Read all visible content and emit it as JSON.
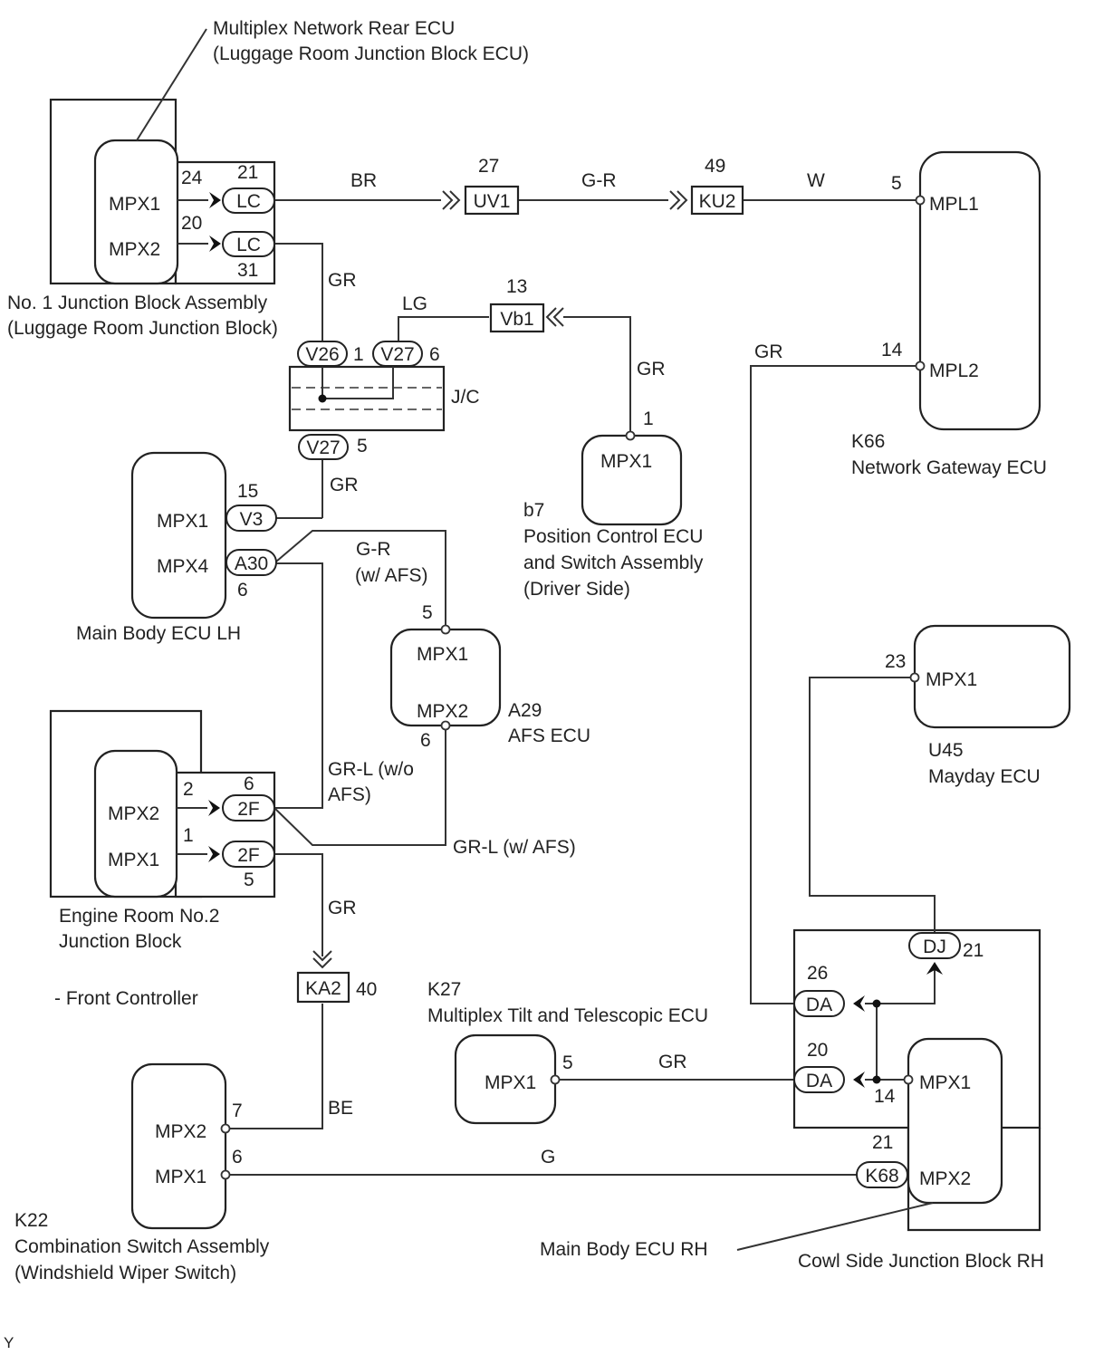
{
  "components": {
    "rear_ecu": {
      "name": "Multiplex Network Rear ECU",
      "subname": "(Luggage Room Junction Block ECU)",
      "pins": [
        "MPX1",
        "MPX2"
      ]
    },
    "jb1": {
      "name": "No. 1 Junction Block Assembly",
      "subname": "(Luggage Room Junction Block)"
    },
    "gateway": {
      "code": "K66",
      "name": "Network Gateway ECU",
      "pins": [
        "MPL1",
        "MPL2"
      ]
    },
    "jc": {
      "name": "J/C"
    },
    "position_ecu": {
      "code": "b7",
      "name": "Position Control ECU",
      "name2": "and Switch Assembly",
      "name3": "(Driver Side)",
      "pins": [
        "MPX1"
      ]
    },
    "main_body_lh": {
      "name": "Main Body ECU LH",
      "pins": [
        "MPX1",
        "MPX4"
      ]
    },
    "afs": {
      "code": "A29",
      "name": "AFS ECU",
      "pins": [
        "MPX1",
        "MPX2"
      ]
    },
    "engine_jb": {
      "name": "Engine Room No.2",
      "name2": "Junction Block",
      "pins": [
        "MPX2",
        "MPX1"
      ]
    },
    "front_controller": {
      "name": "- Front Controller"
    },
    "mayday": {
      "code": "U45",
      "name": "Mayday ECU",
      "pins": [
        "MPX1"
      ]
    },
    "tilt_ecu": {
      "code": "K27",
      "name": "Multiplex Tilt and Telescopic ECU",
      "pins": [
        "MPX1"
      ]
    },
    "cowl_jb": {
      "name": "Cowl Side Junction Block RH"
    },
    "main_body_rh": {
      "name": "Main Body ECU RH",
      "pins": [
        "MPX1",
        "MPX2"
      ]
    },
    "combo_switch": {
      "code": "K22",
      "name": "Combination Switch Assembly",
      "subname": "(Windshield Wiper Switch)",
      "pins": [
        "MPX2",
        "MPX1"
      ]
    }
  },
  "connectors": {
    "lc": "LC",
    "uv1": "UV1",
    "ku2": "KU2",
    "v26": "V26",
    "v27": "V27",
    "vb1": "Vb1",
    "v3": "V3",
    "a30": "A30",
    "f2": "2F",
    "ka2": "KA2",
    "dj": "DJ",
    "da": "DA",
    "k68": "K68"
  },
  "pin_numbers": {
    "rear_mpx1": "24",
    "lc_a": "21",
    "rear_mpx2": "20",
    "lc_b": "31",
    "uv1": "27",
    "ku2": "49",
    "mpl1": "5",
    "mpl2": "14",
    "v26": "1",
    "v27_top": "6",
    "v27_bottom": "5",
    "vb1": "13",
    "position_mpx1": "1",
    "v3": "15",
    "a30": "6",
    "afs_mpx1": "5",
    "afs_mpx2": "6",
    "eng_mpx2": "2",
    "f2_a": "6",
    "eng_mpx1": "1",
    "f2_b": "5",
    "ka2": "40",
    "mayday_mpx1": "23",
    "dj": "21",
    "da_a": "26",
    "da_b": "20",
    "rh_mpx1": "14",
    "k68": "21",
    "tilt_mpx1": "5",
    "combo_mpx2": "7",
    "combo_mpx1": "6"
  },
  "wires": {
    "w1": "BR",
    "w2": "G-R",
    "w3": "W",
    "w4": "GR",
    "w5": "LG",
    "w6": "GR",
    "w7": "GR",
    "w8": "GR",
    "w9a": "G-R",
    "w9b": "(w/ AFS)",
    "w10a": "GR-L (w/o",
    "w10b": "AFS)",
    "w11": "GR-L (w/ AFS)",
    "w12": "GR",
    "w13": "BE",
    "w14": "GR",
    "w15": "G"
  },
  "footer_mark": "Y"
}
